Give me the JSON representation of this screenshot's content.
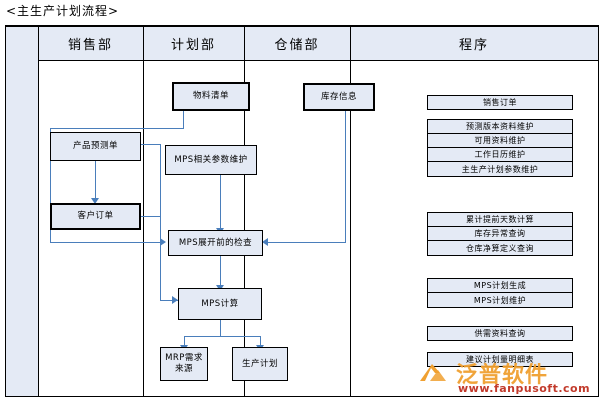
{
  "title": "<主生产计划流程>",
  "columns": [
    {
      "key": "spacer",
      "label": ""
    },
    {
      "key": "sales",
      "label": "销售部"
    },
    {
      "key": "planning",
      "label": "计划部"
    },
    {
      "key": "warehouse",
      "label": "仓储部"
    },
    {
      "key": "programs",
      "label": "程序"
    }
  ],
  "nodes": {
    "product_forecast": "产品预测单",
    "customer_order": "客户订单",
    "bom": "物料清单",
    "mps_params": "MPS相关参数维护",
    "mps_precheck": "MPS展开前的检查",
    "mps_calc": "MPS计算",
    "mrp_source": "MRP需求来源",
    "production_plan": "生产计划",
    "inventory_info": "库存信息"
  },
  "programs": {
    "group1": [
      "销售订单"
    ],
    "group2": [
      "预测版本资料维护",
      "可用资料维护",
      "工作日历维护",
      "主生产计划参数维护"
    ],
    "group3": [
      "累计提前天数计算",
      "库存异常查询",
      "仓库净算定义查询"
    ],
    "group4": [
      "MPS计划生成",
      "MPS计划维护"
    ],
    "group5": [
      "供需资料查询"
    ],
    "group6": [
      "建议计划量明细表"
    ]
  },
  "watermark": {
    "brand": "泛普软件",
    "url": "www.fanpusoft.com"
  },
  "colors": {
    "box_fill": "#e4eaf5",
    "border": "#000000",
    "connector": "#4a7ebb",
    "watermark_brand": "#f0a030",
    "watermark_url": "#c23a2b"
  }
}
